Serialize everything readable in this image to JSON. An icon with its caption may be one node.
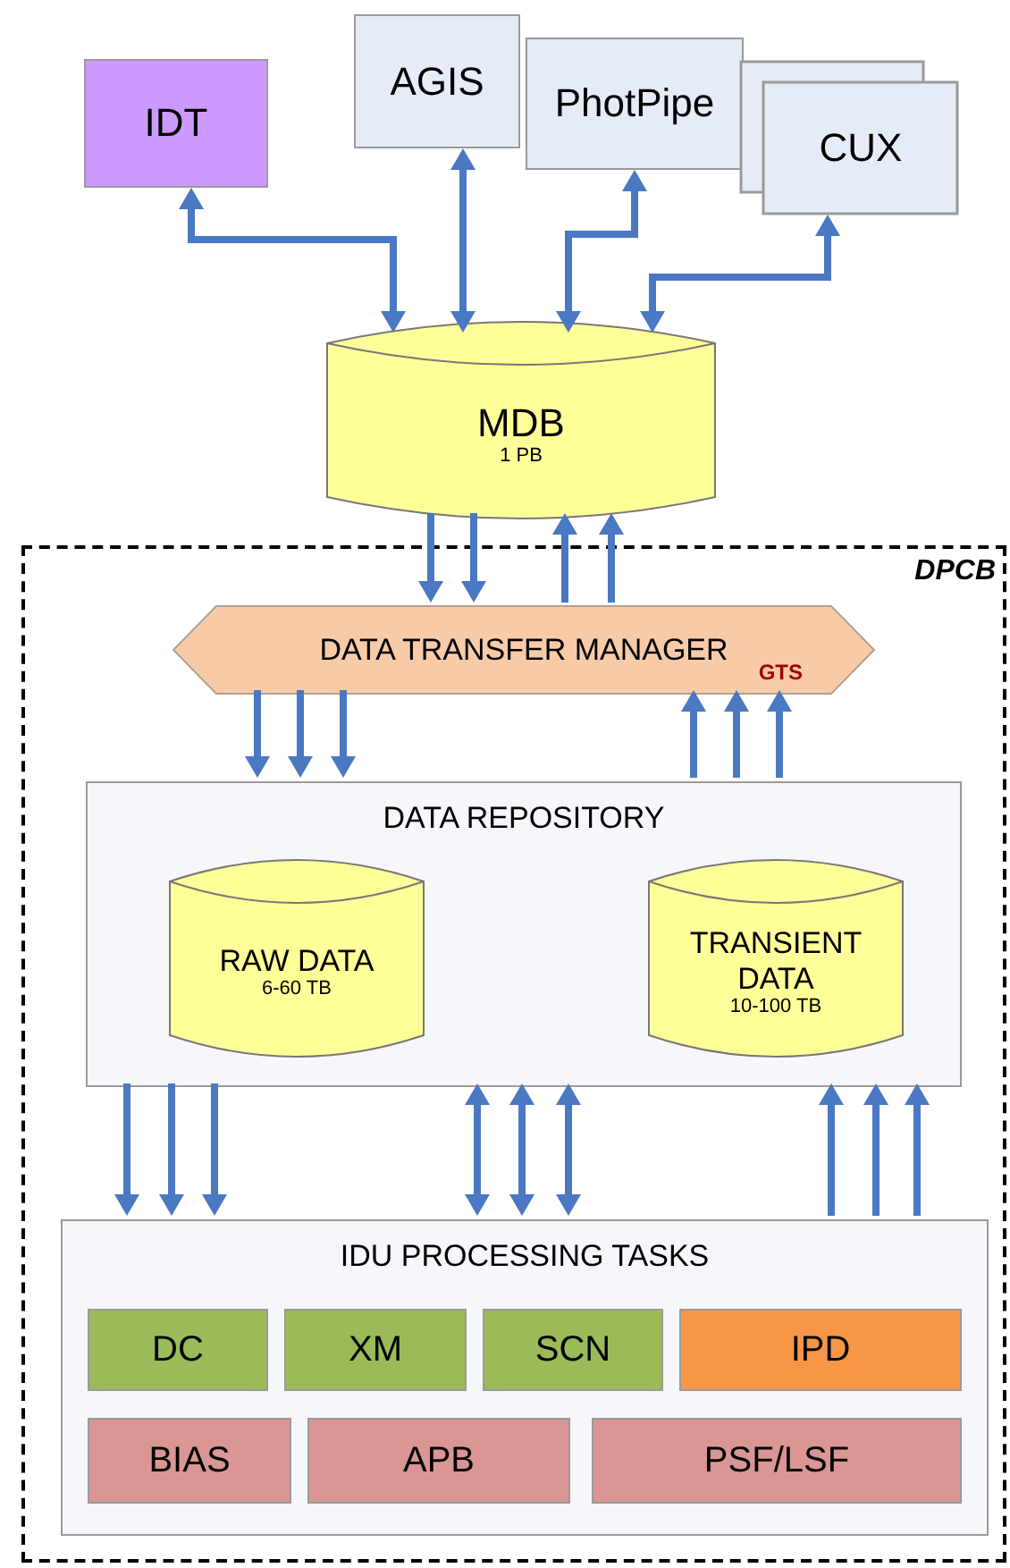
{
  "diagram": {
    "nodes": [
      {
        "text": [
          "IDT"
        ]
      },
      {
        "text": [
          "AGIS"
        ]
      },
      {
        "text": [
          "PhotPipe"
        ]
      },
      {
        "text": [
          "CUX"
        ]
      },
      {
        "text": [
          "MDB",
          "1 PB"
        ]
      },
      {
        "text": [
          "DPCB"
        ]
      },
      {
        "text": [
          "DATA TRANSFER MANAGER",
          "GTS"
        ],
        "in": 5
      },
      {
        "text": [
          "DATA REPOSITORY"
        ],
        "in": 5
      },
      {
        "text": [
          "RAW DATA",
          "6-60 TB"
        ],
        "in": 7
      },
      {
        "text": [
          "TRANSIENT DATA",
          "10-100 TB"
        ],
        "in": 7
      },
      {
        "text": [
          "IDU PROCESSING TASKS"
        ],
        "in": 5
      },
      {
        "text": [
          "DC"
        ],
        "in": 10
      },
      {
        "text": [
          "XM"
        ],
        "in": 10
      },
      {
        "text": [
          "SCN"
        ],
        "in": 10
      },
      {
        "text": [
          "IPD"
        ],
        "in": 10
      },
      {
        "text": [
          "BIAS"
        ],
        "in": 10
      },
      {
        "text": [
          "APB"
        ],
        "in": 10
      },
      {
        "text": [
          "PSF/LSF"
        ],
        "in": 10
      }
    ],
    "edges": [
      {
        "from": 0,
        "to": 4,
        "arrow": "both"
      },
      {
        "from": 1,
        "to": 4,
        "arrow": "both"
      },
      {
        "from": 2,
        "to": 4,
        "arrow": "both"
      },
      {
        "from": 3,
        "to": 4,
        "arrow": "both"
      },
      {
        "from": 4,
        "to": 6,
        "arrow": "to"
      },
      {
        "from": 4,
        "to": 6,
        "arrow": "to"
      },
      {
        "from": 6,
        "to": 4,
        "arrow": "to"
      },
      {
        "from": 6,
        "to": 4,
        "arrow": "to"
      },
      {
        "from": 6,
        "to": 7,
        "arrow": "to"
      },
      {
        "from": 6,
        "to": 7,
        "arrow": "to"
      },
      {
        "from": 6,
        "to": 7,
        "arrow": "to"
      },
      {
        "from": 7,
        "to": 6,
        "arrow": "to"
      },
      {
        "from": 7,
        "to": 6,
        "arrow": "to"
      },
      {
        "from": 7,
        "to": 6,
        "arrow": "to"
      },
      {
        "from": 7,
        "to": 10,
        "arrow": "to"
      },
      {
        "from": 7,
        "to": 10,
        "arrow": "to"
      },
      {
        "from": 7,
        "to": 10,
        "arrow": "to"
      },
      {
        "from": 7,
        "to": 10,
        "arrow": "both"
      },
      {
        "from": 7,
        "to": 10,
        "arrow": "both"
      },
      {
        "from": 7,
        "to": 10,
        "arrow": "both"
      },
      {
        "from": 10,
        "to": 7,
        "arrow": "to"
      },
      {
        "from": 10,
        "to": 7,
        "arrow": "to"
      },
      {
        "from": 10,
        "to": 7,
        "arrow": "to"
      }
    ]
  }
}
